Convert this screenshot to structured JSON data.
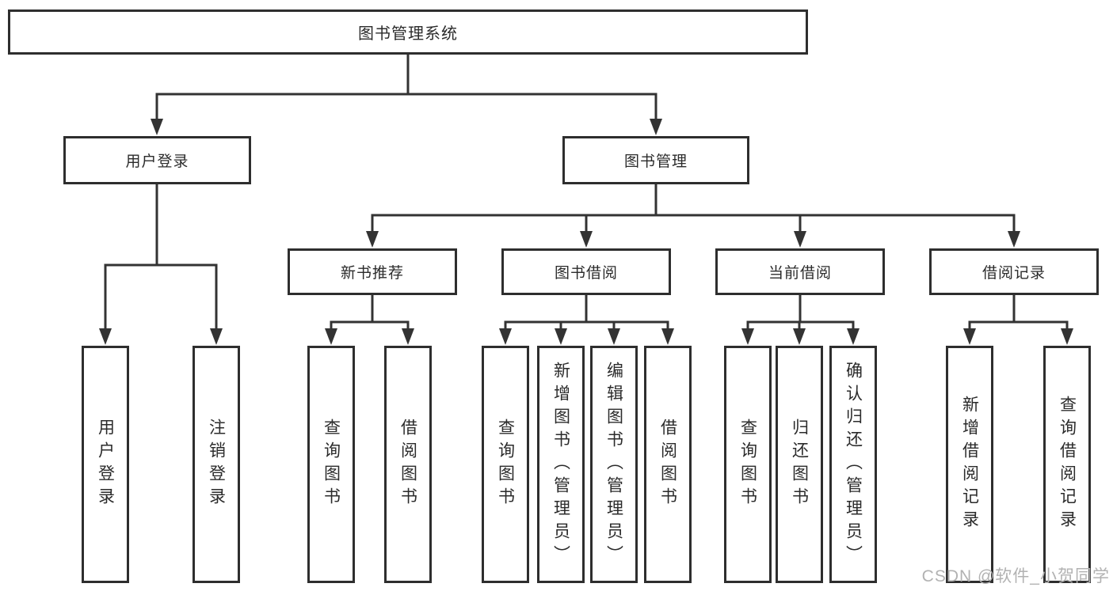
{
  "diagram": {
    "root": {
      "label": "图书管理系统"
    },
    "branches": [
      {
        "label": "用户登录",
        "children": [
          {
            "label": "用户登录"
          },
          {
            "label": "注销登录"
          }
        ]
      },
      {
        "label": "图书管理",
        "children": [
          {
            "label": "新书推荐",
            "children": [
              {
                "label": "查询图书"
              },
              {
                "label": "借阅图书"
              }
            ]
          },
          {
            "label": "图书借阅",
            "children": [
              {
                "label": "查询图书"
              },
              {
                "label": "新增图书（管理员）"
              },
              {
                "label": "编辑图书（管理员）"
              },
              {
                "label": "借阅图书"
              }
            ]
          },
          {
            "label": "当前借阅",
            "children": [
              {
                "label": "查询图书"
              },
              {
                "label": "归还图书"
              },
              {
                "label": "确认归还（管理员）"
              }
            ]
          },
          {
            "label": "借阅记录",
            "children": [
              {
                "label": "新增借阅记录"
              },
              {
                "label": "查询借阅记录"
              }
            ]
          }
        ]
      }
    ],
    "watermark": "CSDN @软件_小贺同学"
  },
  "colors": {
    "line": "#333333",
    "box_border": "#2e2e2e",
    "text": "#2b2b2b",
    "background": "#ffffff",
    "watermark": "#b2b2b2"
  }
}
